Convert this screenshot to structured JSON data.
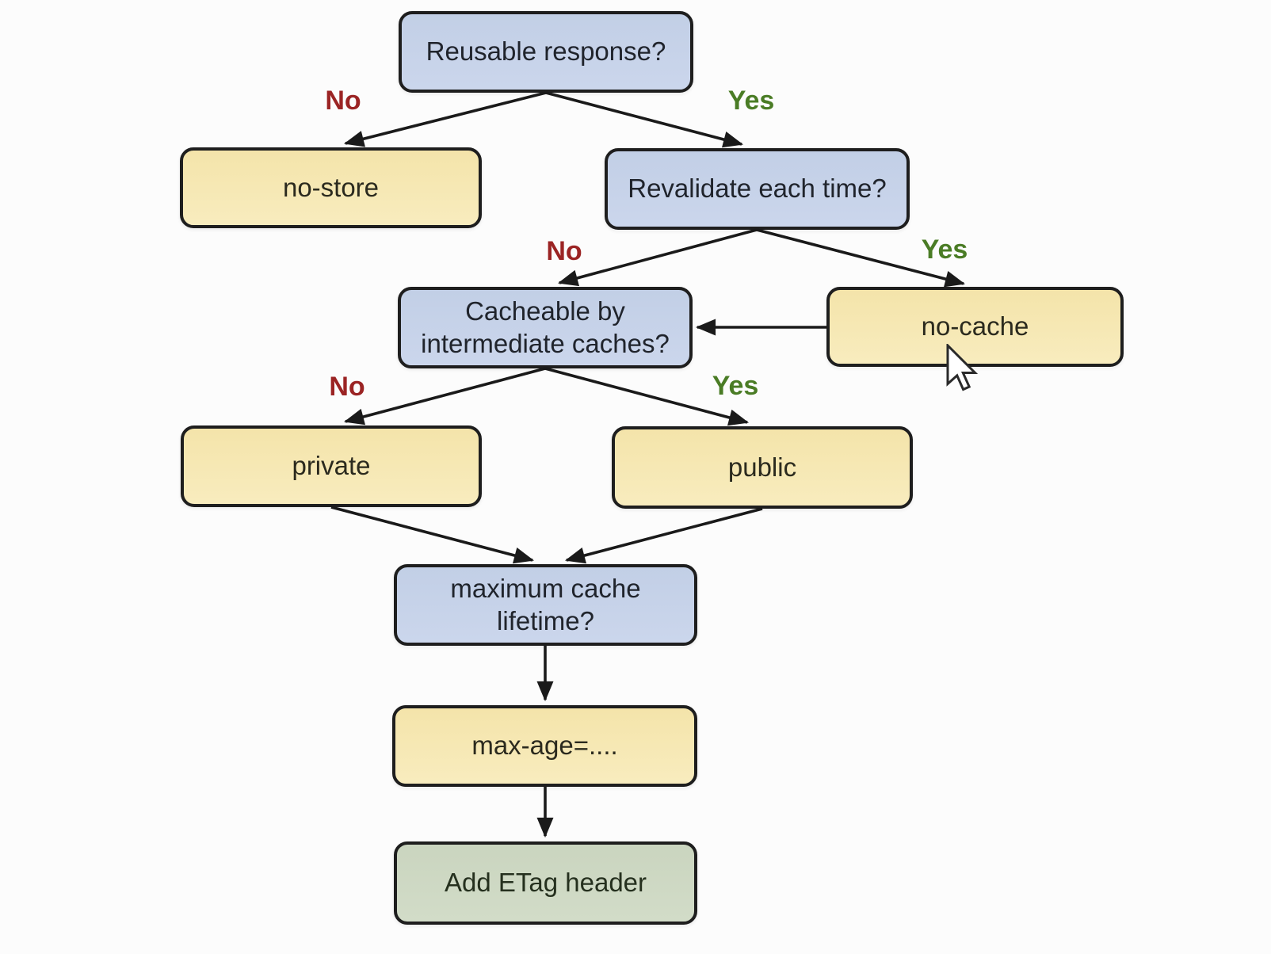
{
  "diagram": {
    "nodes": {
      "reusable": {
        "label": "Reusable response?",
        "kind": "decision"
      },
      "no_store": {
        "label": "no-store",
        "kind": "directive"
      },
      "revalidate": {
        "label": "Revalidate each time?",
        "kind": "decision"
      },
      "cacheable": {
        "lines": [
          "Cacheable by",
          "intermediate caches?"
        ],
        "kind": "decision"
      },
      "no_cache": {
        "label": "no-cache",
        "kind": "directive"
      },
      "private": {
        "label": "private",
        "kind": "directive"
      },
      "public": {
        "label": "public",
        "kind": "directive"
      },
      "max_lifetime": {
        "lines": [
          "maximum cache",
          "lifetime?"
        ],
        "kind": "decision"
      },
      "max_age": {
        "label": "max-age=....",
        "kind": "directive"
      },
      "etag": {
        "label": "Add ETag header",
        "kind": "action"
      }
    },
    "edge_labels": {
      "reusable_no": "No",
      "reusable_yes": "Yes",
      "revalidate_no": "No",
      "revalidate_yes": "Yes",
      "cacheable_no": "No",
      "cacheable_yes": "Yes"
    },
    "colors": {
      "decision_fill": "#c7d3e8",
      "directive_fill": "#f6e8b4",
      "action_fill": "#cdd8c2",
      "node_border": "#1e1e1e",
      "arrow": "#1a1a1a",
      "no_label": "#9b2424",
      "yes_label": "#4a7c25",
      "background": "#fcfcfc"
    },
    "cursor_icon": "arrow-pointer"
  }
}
